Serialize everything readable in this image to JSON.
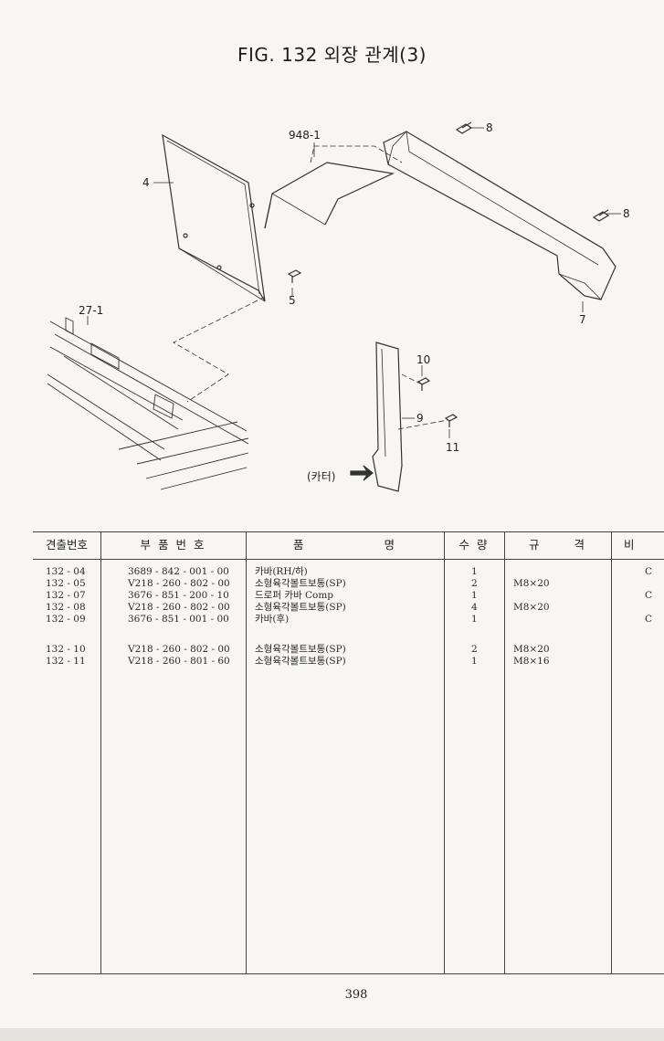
{
  "page": {
    "title": "FIG. 132 외장 관계(3)",
    "number": "398"
  },
  "diagram": {
    "callouts": {
      "c948_1": "948-1",
      "c4": "4",
      "c5": "5",
      "c8a": "8",
      "c8b": "8",
      "c7": "7",
      "c27_1": "27-1",
      "c10": "10",
      "c9": "9",
      "c11": "11",
      "cutter": "(카터)"
    }
  },
  "table": {
    "headers": {
      "fig_no": "견출번호",
      "part_no": "부 품 번 호",
      "name": "품 명",
      "qty": "수 량",
      "spec": "규 격",
      "remark": "비 고"
    },
    "rows": [
      {
        "fig": "132 - 04",
        "part": "3689 - 842 - 001 - 00",
        "name": "카바(RH/하)",
        "qty": "1",
        "spec": "",
        "remark": "C"
      },
      {
        "fig": "132 - 05",
        "part": "V218 - 260 - 802 - 00",
        "name": "소형육각볼트보통(SP)",
        "qty": "2",
        "spec": "M8×20",
        "remark": ""
      },
      {
        "fig": "132 - 07",
        "part": "3676 - 851 - 200 - 10",
        "name": "드로퍼 카바 Comp",
        "qty": "1",
        "spec": "",
        "remark": "C"
      },
      {
        "fig": "132 - 08",
        "part": "V218 - 260 - 802 - 00",
        "name": "소형육각볼트보통(SP)",
        "qty": "4",
        "spec": "M8×20",
        "remark": ""
      },
      {
        "fig": "132 - 09",
        "part": "3676 - 851 - 001 - 00",
        "name": "카바(후)",
        "qty": "1",
        "spec": "",
        "remark": "C"
      },
      {
        "fig": "132 - 10",
        "part": "V218 - 260 - 802 - 00",
        "name": "소형육각볼트보통(SP)",
        "qty": "2",
        "spec": "M8×20",
        "remark": ""
      },
      {
        "fig": "132 - 11",
        "part": "V218 - 260 - 801 - 60",
        "name": "소형육각볼트보통(SP)",
        "qty": "1",
        "spec": "M8×16",
        "remark": ""
      }
    ]
  }
}
